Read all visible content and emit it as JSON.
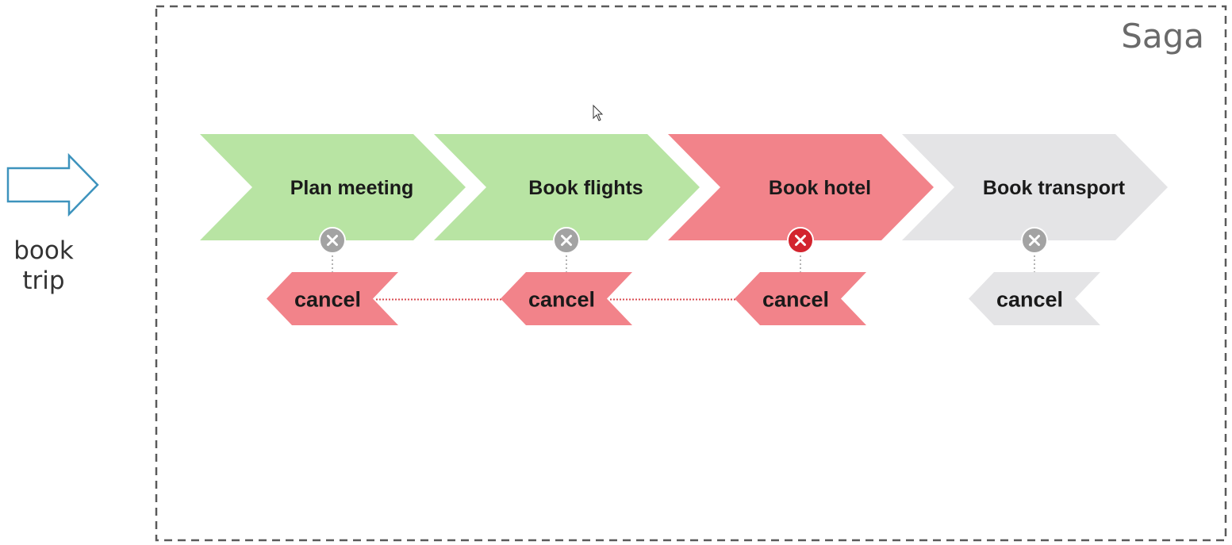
{
  "entry": {
    "label_lines": [
      "book",
      "trip"
    ]
  },
  "saga": {
    "title": "Saga"
  },
  "steps": [
    {
      "label": "Plan meeting",
      "status": "completed"
    },
    {
      "label": "Book flights",
      "status": "completed"
    },
    {
      "label": "Book hotel",
      "status": "failed"
    },
    {
      "label": "Book transport",
      "status": "pending"
    }
  ],
  "compensations": [
    {
      "label": "cancel",
      "status": "active"
    },
    {
      "label": "cancel",
      "status": "active"
    },
    {
      "label": "cancel",
      "status": "active"
    },
    {
      "label": "cancel",
      "status": "inactive"
    }
  ],
  "compensation_links": [
    {
      "from": 1,
      "to": 0
    },
    {
      "from": 2,
      "to": 1
    }
  ],
  "colors": {
    "completed": "#b8e4a3",
    "failed": "#f2838a",
    "pending": "#e4e4e6",
    "active_compensation": "#f2838a",
    "inactive_compensation": "#e4e4e6",
    "marker_inactive": "#a3a3a3",
    "marker_failed": "#d3242e",
    "link": "#d94b52",
    "entry_arrow": "#3d93bd",
    "saga_border": "#5a5a5a"
  },
  "icons": {
    "entry": "right-arrow-outline-icon",
    "marker": "x-circle-icon",
    "cursor": "mouse-pointer-icon"
  }
}
